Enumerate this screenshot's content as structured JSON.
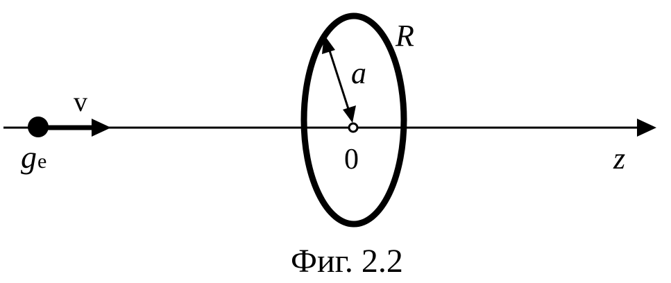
{
  "labels": {
    "velocity": "v",
    "charge_symbol": "g",
    "charge_subscript": "e",
    "ring_name": "R",
    "radius": "a",
    "origin": "0",
    "axis": "z",
    "caption": "Фиг. 2.2"
  },
  "colors": {
    "ink": "#000000",
    "background": "#ffffff"
  }
}
